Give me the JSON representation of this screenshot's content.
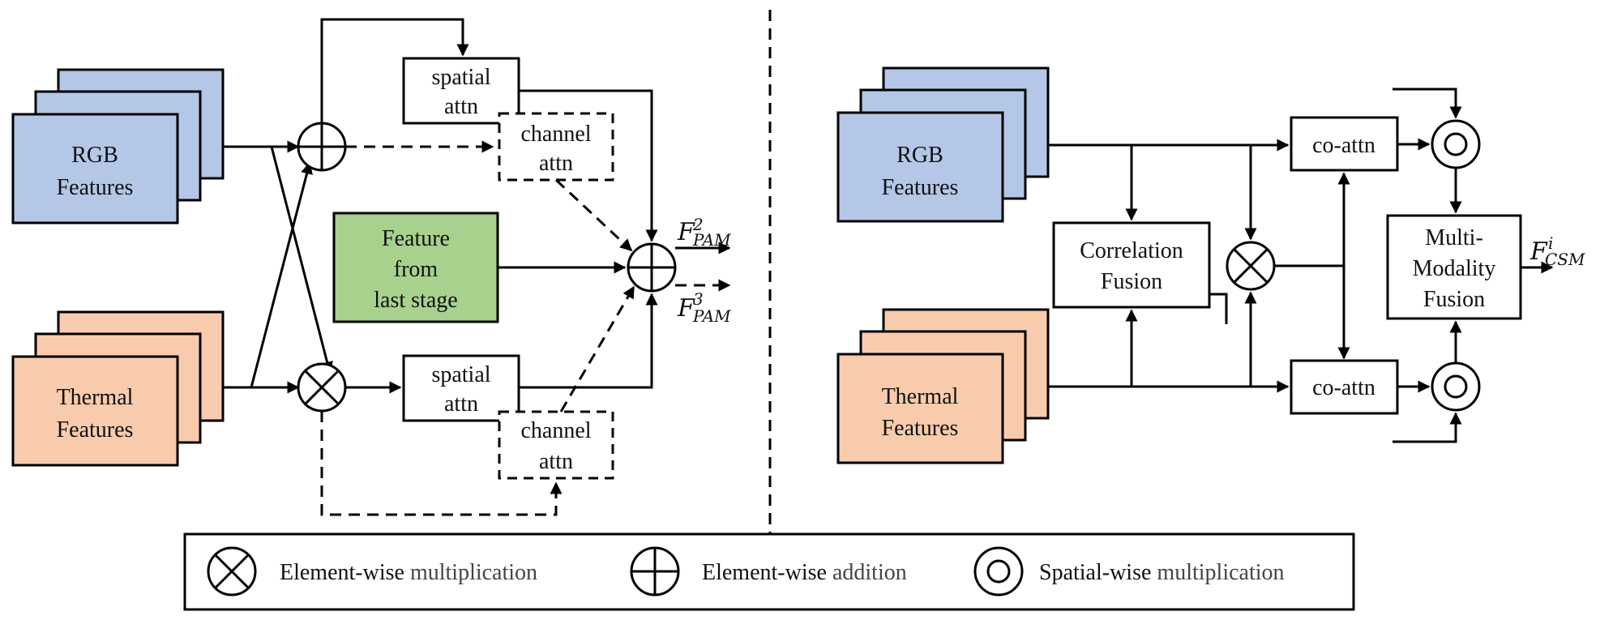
{
  "colors": {
    "rgb_fill": "#b4c7e7",
    "thermal_fill": "#f8cbad",
    "stage_fill": "#a9d18e",
    "line": "#000000"
  },
  "pam": {
    "rgb_label_1": "RGB",
    "rgb_label_2": "Features",
    "thermal_label_1": "Thermal",
    "thermal_label_2": "Features",
    "spatial_attn_1": "spatial",
    "spatial_attn_2": "attn",
    "channel_attn_1": "channel",
    "channel_attn_2": "attn",
    "stage_1": "Feature",
    "stage_2": "from",
    "stage_3": "last stage",
    "out2_base": "F",
    "out2_sup": "2",
    "out2_sub": "PAM",
    "out3_base": "F",
    "out3_sup": "3",
    "out3_sub": "PAM"
  },
  "csm": {
    "rgb_label_1": "RGB",
    "rgb_label_2": "Features",
    "thermal_label_1": "Thermal",
    "thermal_label_2": "Features",
    "corr_1": "Correlation",
    "corr_2": "Fusion",
    "coattn": "co-attn",
    "mmf_1": "Multi-",
    "mmf_2": "Modality",
    "mmf_3": "Fusion",
    "out_base": "F",
    "out_sup": "i",
    "out_sub": "CSM"
  },
  "legend": {
    "mult_a": "Element-wise",
    "mult_b": " multiplication",
    "add_a": "Element-wise",
    "add_b": " addition",
    "spatial_a": "Spatial-wise",
    "spatial_b": " multiplication"
  }
}
